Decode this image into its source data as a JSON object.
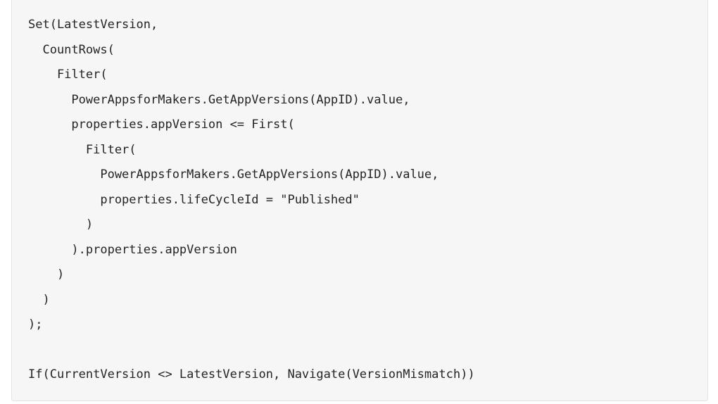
{
  "code": {
    "lines": [
      "Set(LatestVersion,",
      "  CountRows(",
      "    Filter(",
      "      PowerAppsforMakers.GetAppVersions(AppID).value,",
      "      properties.appVersion <= First(",
      "        Filter(",
      "          PowerAppsforMakers.GetAppVersions(AppID).value,",
      "          properties.lifeCycleId = \"Published\"",
      "        )",
      "      ).properties.appVersion",
      "    )",
      "  )",
      ");",
      "",
      "If(CurrentVersion <> LatestVersion, Navigate(VersionMismatch))"
    ]
  }
}
